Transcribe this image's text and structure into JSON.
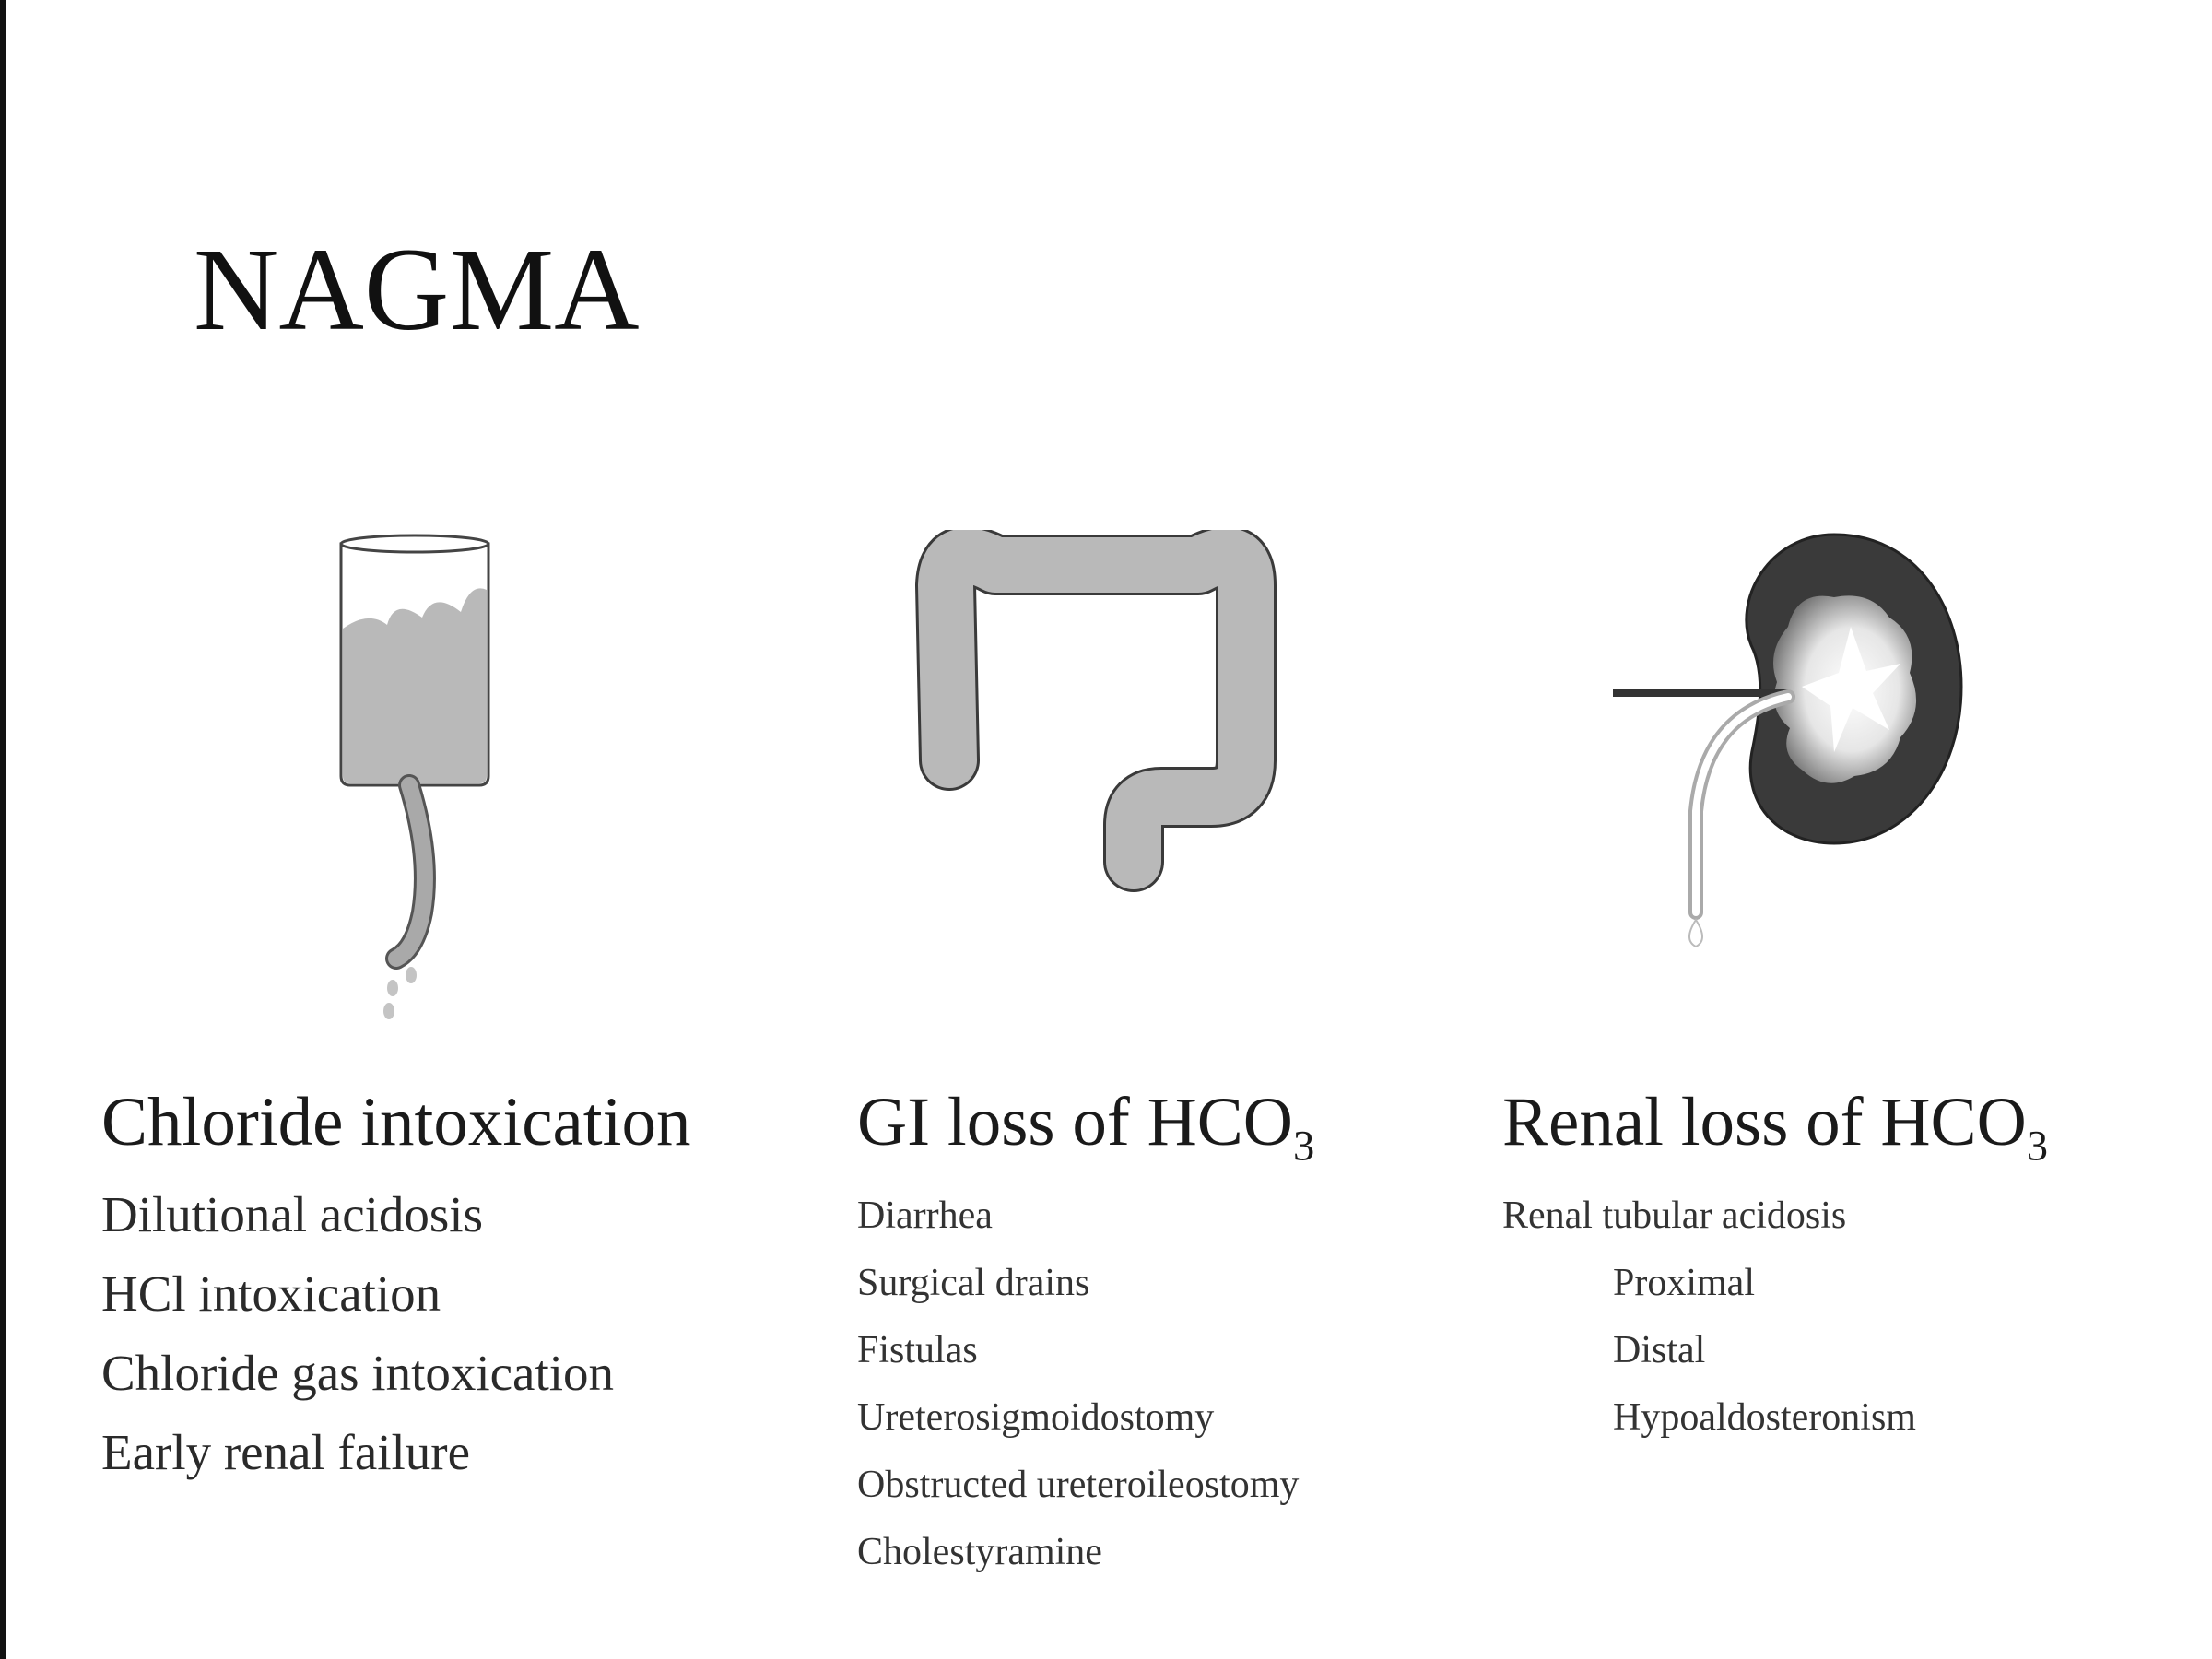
{
  "title": "NAGMA",
  "columns": [
    {
      "heading": "Chloride intoxication",
      "heading_sub": "",
      "icon": "iv-bag-icon",
      "items": [
        {
          "text": "Dilutional acidosis",
          "indent": false
        },
        {
          "text": "HCl intoxication",
          "indent": false
        },
        {
          "text": "Chloride gas intoxication",
          "indent": false
        },
        {
          "text": "Early renal failure",
          "indent": false
        }
      ]
    },
    {
      "heading": "GI loss of HCO",
      "heading_sub": "3",
      "icon": "colon-icon",
      "items": [
        {
          "text": "Diarrhea",
          "indent": false
        },
        {
          "text": "Surgical drains",
          "indent": false
        },
        {
          "text": "Fistulas",
          "indent": false
        },
        {
          "text": "Ureterosigmoidostomy",
          "indent": false
        },
        {
          "text": "Obstructed ureteroileostomy",
          "indent": false
        },
        {
          "text": "Cholestyramine",
          "indent": false
        }
      ]
    },
    {
      "heading": "Renal loss of HCO",
      "heading_sub": "3",
      "icon": "kidney-icon",
      "items": [
        {
          "text": "Renal tubular acidosis",
          "indent": false
        },
        {
          "text": "Proximal",
          "indent": true
        },
        {
          "text": "Distal",
          "indent": true
        },
        {
          "text": "Hypoaldosteronism",
          "indent": true
        }
      ]
    }
  ],
  "colors": {
    "fill_gray": "#b9b9b9",
    "kidney_dark": "#3a3a3a",
    "outline": "#3a3a3a"
  }
}
